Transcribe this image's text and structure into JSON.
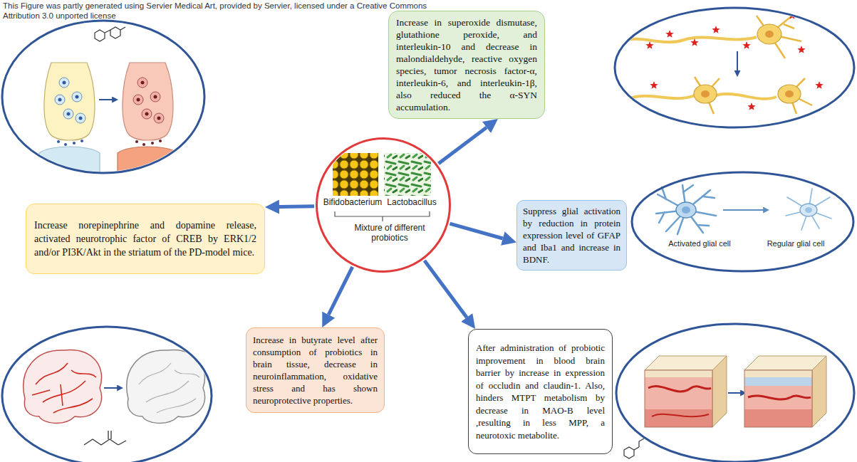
{
  "diagram": {
    "nodes": [
      {
        "text": [
          "Increase in superoxide dismutase, glutathione peroxide, and interleukin-10 and decrease in malondialdehyde, reactive oxygen species, tumor necrosis factor-α, interleukin-6, and interleukin-1β, also reduced the α-SYN accumulation."
        ]
      },
      {
        "text": [
          "Increase norepinephrine and dopamine release, activated neurotrophic factor of CREB by ERK1/2 and/or PI3K/Akt in the striatum of the PD-model mice."
        ]
      },
      {
        "text": [
          "Bifidobacterium",
          "Lactobacillus",
          "Mixture of different probiotics"
        ]
      },
      {
        "text": [
          "Suppress glial activation by reduction in protein expression level of GFAP and Iba1 and increase in BDNF."
        ]
      },
      {
        "text": [
          "Activated glial cell",
          "Regular glial cell"
        ]
      },
      {
        "text": [
          "Increase in butyrate level after consumption of probiotics in brain tissue, decrease in neuroinflammation, oxidative stress and has shown neuroprotective properties."
        ]
      },
      {
        "text": [
          "After administration of probiotic improvement in blood brain barrier by increase in expression of occludin and claudin-1. Also, hinders MTPT metabolism by decrease in MAO-B level ,resulting in less MPP, a neurotoxic metabolite."
        ]
      }
    ],
    "edges": [
      {
        "from": 2,
        "to": 0,
        "arrow": "to"
      },
      {
        "from": 2,
        "to": 1,
        "arrow": "to"
      },
      {
        "from": 2,
        "to": 3,
        "arrow": "to"
      },
      {
        "from": 2,
        "to": 5,
        "arrow": "to"
      },
      {
        "from": 2,
        "to": 6,
        "arrow": "to"
      }
    ],
    "labels": [
      "This Figure was partly generated using Servier Medical Art, provided by Servier, licensed under a Creative Commons Attribution 3.0 unported license"
    ]
  }
}
